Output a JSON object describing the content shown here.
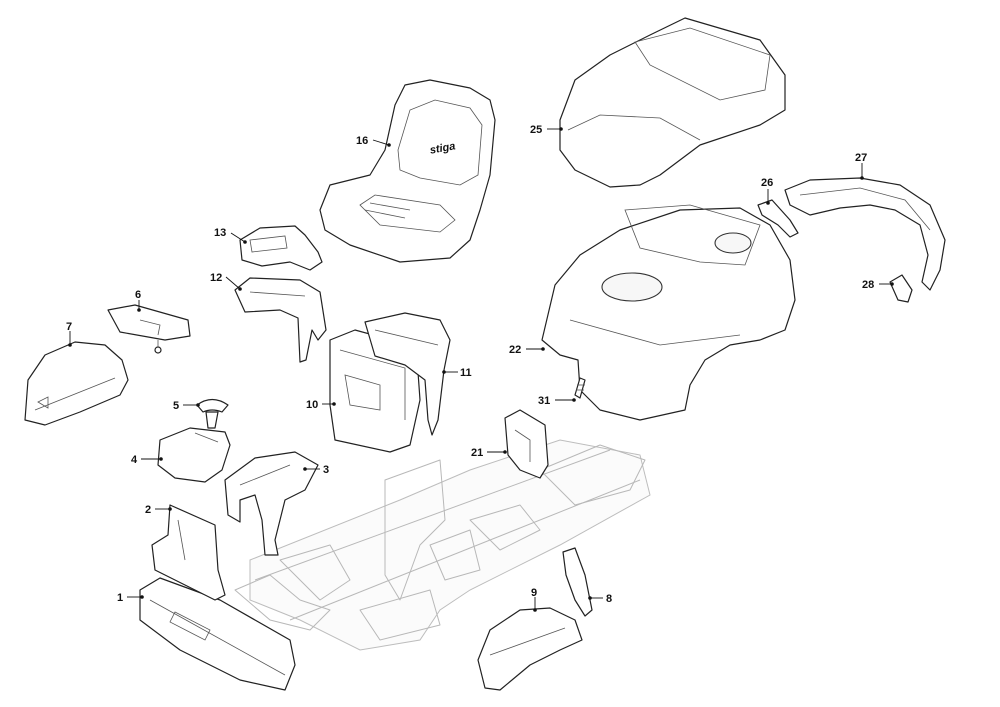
{
  "labels": {
    "p1": "1",
    "p2": "2",
    "p3": "3",
    "p4": "4",
    "p5": "5",
    "p6": "6",
    "p7": "7",
    "p8": "8",
    "p9": "9",
    "p10": "10",
    "p11": "11",
    "p12": "12",
    "p13": "13",
    "p16": "16",
    "p21": "21",
    "p22": "22",
    "p25": "25",
    "p26": "26",
    "p27": "27",
    "p28": "28",
    "p31": "31"
  },
  "seat_logo": "stiga"
}
